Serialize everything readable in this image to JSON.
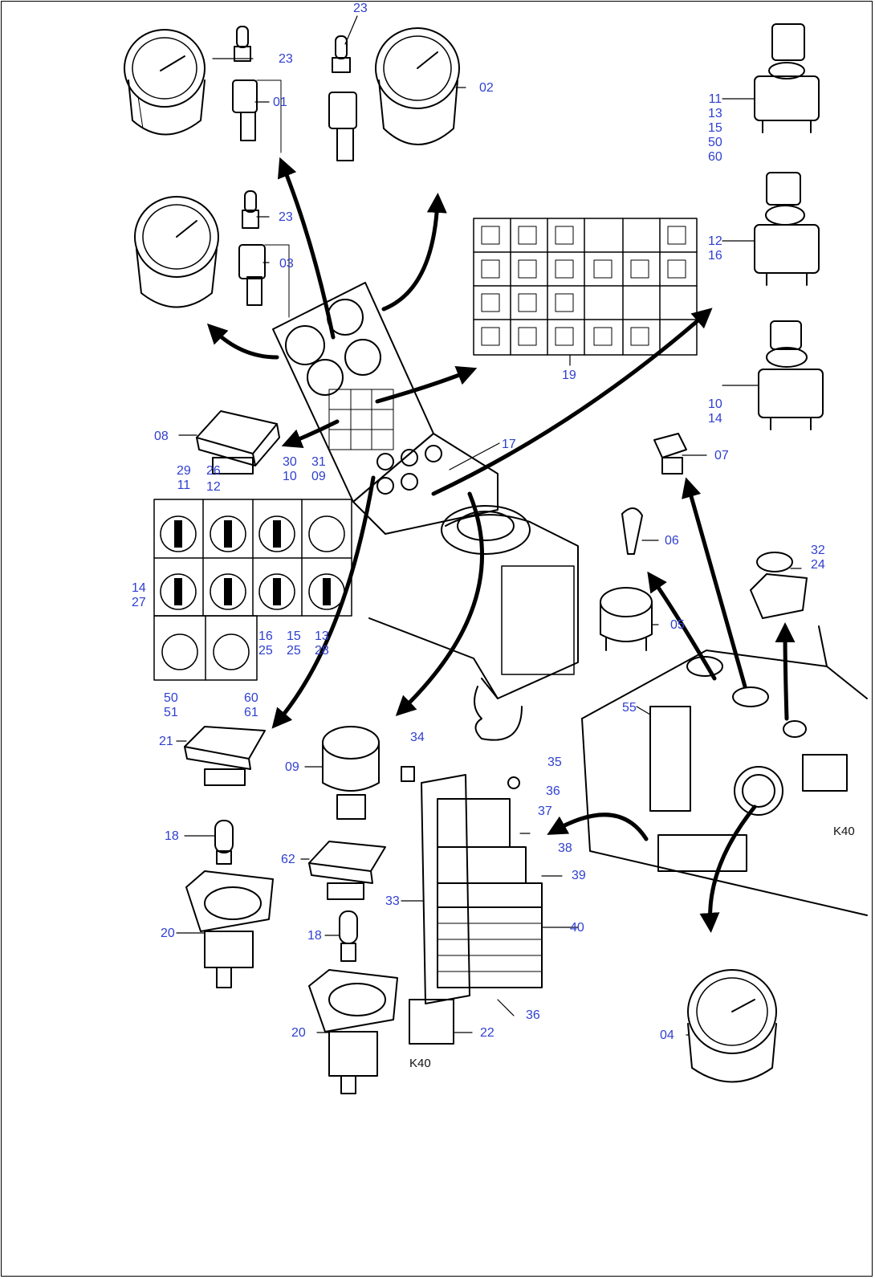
{
  "diagram": {
    "callouts": {
      "c01": "01",
      "c02": "02",
      "c03": "03",
      "c04": "04",
      "c05": "05",
      "c06": "06",
      "c07": "07",
      "c08": "08",
      "c09_bulb": "09",
      "c10_14": "10\n14",
      "c11_60": "11\n13\n15\n50\n60",
      "c12_16": "12\n16",
      "c17": "17",
      "c18_a": "18",
      "c18_b": "18",
      "c19": "19",
      "c20_a": "20",
      "c20_b": "20",
      "c21": "21",
      "c22": "22",
      "c23_a": "23",
      "c23_b": "23",
      "c23_c": "23",
      "c32_24": "32\n24",
      "c33": "33",
      "c34": "34",
      "c35": "35",
      "c36_a": "36",
      "c36_b": "36",
      "c37": "37",
      "c38": "38",
      "c39": "39",
      "c40": "40",
      "c55": "55",
      "c62": "62",
      "s29_11": "29\n11",
      "s26": "26",
      "s30_10": "30\n10",
      "s31_09": "31\n09",
      "s12": "12",
      "s14_27": "14\n27",
      "s16_25": "16\n25",
      "s15_25": "15\n25",
      "s13_28": "13\n28",
      "s50_51": "50\n51",
      "s60_61": "60\n61",
      "k40_a": "K40",
      "k40_b": "K40"
    }
  }
}
